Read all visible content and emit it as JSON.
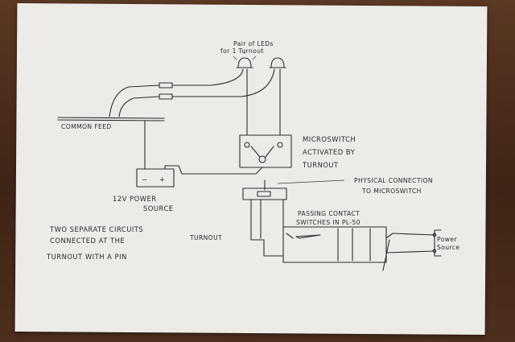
{
  "labels": {
    "leds_line1": "Pair of LEDs",
    "leds_line2": "for 1 Turnout",
    "common_feed": "COMMON FEED",
    "microswitch_1": "MICROSWITCH",
    "microswitch_2": "ACTIVATED BY",
    "microswitch_3": "TURNOUT",
    "physical_1": "PHYSICAL CONNECTION",
    "physical_2": "TO MICROSWITCH",
    "power_12v_1": "12V POWER",
    "power_12v_2": "SOURCE",
    "minus": "−",
    "plus": "+",
    "passing_1": "PASSING CONTACT",
    "passing_2": "SWITCHES IN PL-50",
    "turnout": "TURNOUT",
    "power_src_1": "Power",
    "power_src_2": "Source",
    "note_1": "TWO SEPARATE CIRCUITS",
    "note_2": "CONNECTED AT THE",
    "note_3": "TURNOUT WITH A PIN"
  }
}
